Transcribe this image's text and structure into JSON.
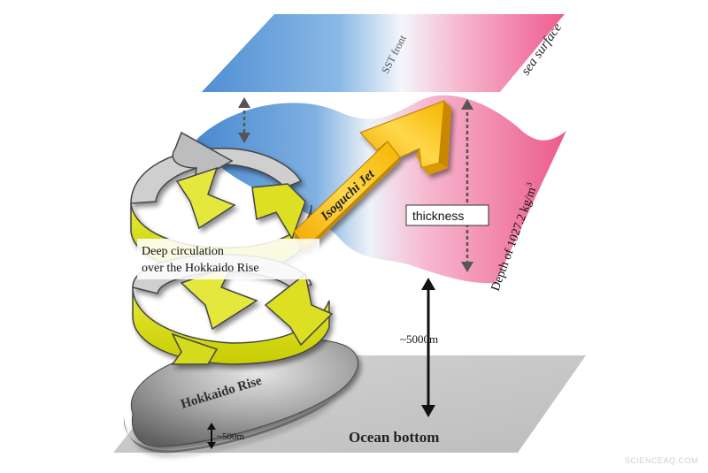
{
  "labels": {
    "sst_front": "SST front",
    "sea_surface": "sea surface",
    "jet": "Isoguchi Jet",
    "thickness": "thickness",
    "depth_prefix": "Depth of 1027.2 kg/m",
    "depth_sup": "3",
    "deep_line1": "Deep circulation",
    "deep_line2": "over the Hokkaido Rise",
    "ocean_depth": "~5000m",
    "rise_height": "~500m",
    "rise": "Hokkaido Rise",
    "ocean_bottom": "Ocean bottom",
    "watermark": "SCIENCEAQ.COM"
  },
  "colors": {
    "surface_blue": "#5b9bd5",
    "surface_pink": "#f06292",
    "isopycnal_pink": "#ec5c8e",
    "jet_gold": "#e8b400",
    "circulation_yellow": "#d4d800",
    "circulation_gray": "#c4c4c4",
    "bottom_gray": "#c9c9c9",
    "rise_gray": "#8a8a8a"
  }
}
